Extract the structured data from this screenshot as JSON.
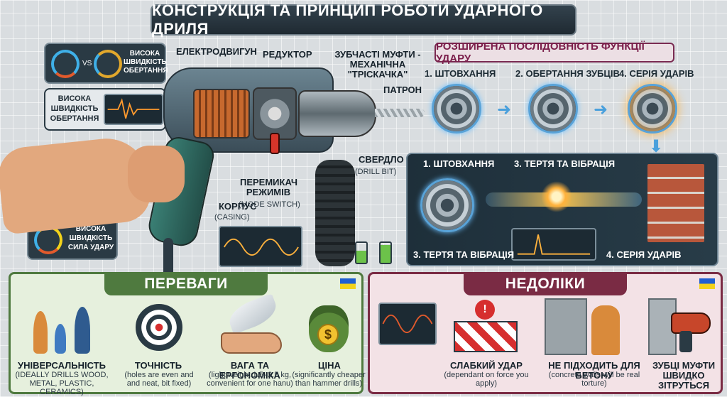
{
  "title": "КОНСТРУКЦІЯ ТА ПРИНЦИП РОБОТИ УДАРНОГО ДРИЛЯ",
  "left_panels": {
    "speed_top": {
      "vs": "VS",
      "label": "ВИСОКА ШВИДКІСТЬ ОБЕРТАННЯ"
    },
    "speed_mid": {
      "label": "ВИСОКА ШВИДКІСТЬ ОБЕРТАННЯ"
    },
    "impact": {
      "label": "ВИСОКА ШВИДКІСТЬ СИЛА УДАРУ"
    }
  },
  "drill_labels": {
    "motor": "ЕЛЕКТРОДВИГУН",
    "gearbox": "РЕДУКТОР",
    "clutch": "ЗУБЧАСТІ МУФТИ - МЕХАНІЧНА \"ТРІСКАЧКА\"",
    "chuck": "ПАТРОН",
    "drill_bit": "СВЕРДЛО",
    "drill_bit_en": "(DRILL BIT)",
    "mode_switch": "ПЕРЕМИКАЧ РЕЖИМІВ",
    "mode_switch_en": "(MODE SWITCH)",
    "casing": "КОРПУС",
    "casing_en": "(CASING)"
  },
  "sequence": {
    "header": "РОЗШИРЕНА ПОСЛІДОВНІСТЬ ФУНКЦІЇ УДАРУ",
    "steps_top": [
      "1. ШТОВХАННЯ",
      "2. ОБЕРТАННЯ ЗУБЦІВ",
      "4. СЕРІЯ УДАРІВ"
    ],
    "steps_bottom": [
      "1. ШТОВХАННЯ",
      "3. ТЕРТЯ ТА ВІБРАЦІЯ",
      "3. ТЕРТЯ ТА ВІБРАЦІЯ",
      "4. СЕРІЯ УДАРІВ"
    ]
  },
  "advantages": {
    "header": "ПЕРЕВАГИ",
    "items": [
      {
        "title": "УНІВЕРСАЛЬНІСТЬ",
        "note": "(IDEALLY DRILLS WOOD, METAL, PLASTIC, CERAMICS)"
      },
      {
        "title": "ТОЧНІСТЬ",
        "note": "(holes are even and and neat, bit fixed)"
      },
      {
        "title": "ВАГА ТА ЕРГОНОМІКА",
        "note": "(light weight 1.5–2.5 kg, convenient for one hanu)"
      },
      {
        "title": "ЦІНА",
        "note": "(significantly cheaper than hammer drills)"
      }
    ]
  },
  "disadvantages": {
    "header": "НЕДОЛІКИ",
    "items": [
      {
        "title": "СЛАБКИЙ УДАР",
        "note": "(dependant on force you apply)"
      },
      {
        "title": "НЕ ПІДХОДИТЬ ДЛЯ БЕТОНУ",
        "note": "(concrete walls will be real torture)"
      },
      {
        "title": "ЗУБЦІ МУФТИ ШВИДКО ЗІТРУТЬСЯ",
        "note": ""
      }
    ]
  },
  "colors": {
    "accent_blue": "#4aa0dc",
    "adv_green": "#4f7a3f",
    "dis_red": "#7a2b44",
    "spark": "#ffb23d"
  }
}
